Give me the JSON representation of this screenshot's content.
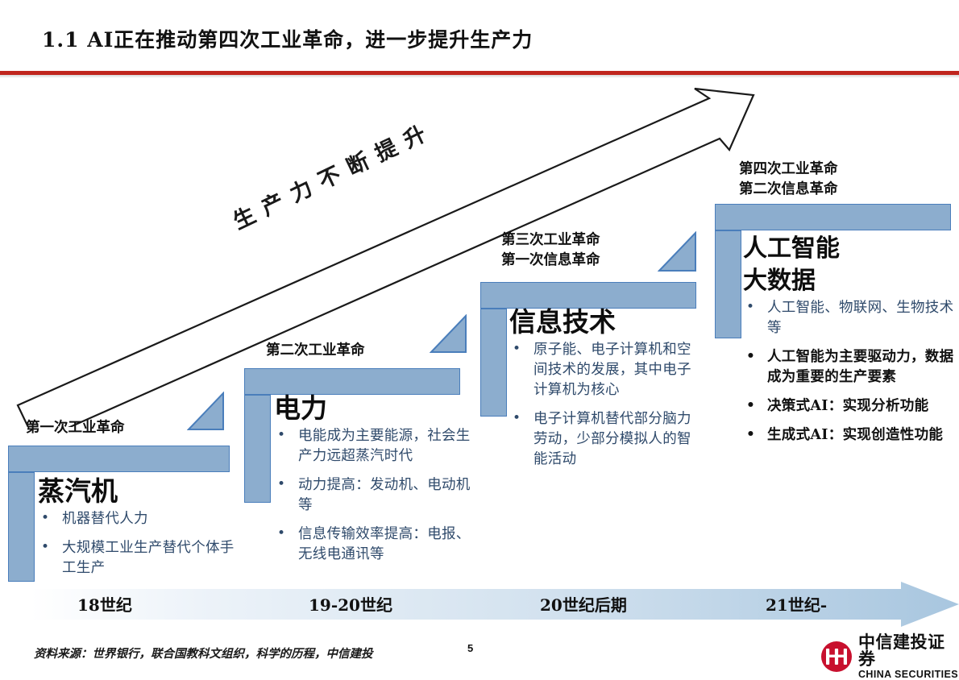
{
  "header": {
    "title": "1.1 AI正在推动第四次工业革命，进一步提升生产力",
    "rule_color": "#C0261E"
  },
  "diagram": {
    "axis_arrow_label": "生产力不断提升",
    "step_fill": "#8CADCE",
    "step_stroke": "#4A7EBB",
    "steps": [
      {
        "head": "第一次工业革命",
        "head_lines": [
          "第一次工业革命"
        ],
        "title": "蒸汽机",
        "subtitle": "",
        "bullets": [
          {
            "text": "机器替代人力",
            "emphasis": false
          },
          {
            "text": "大规模工业生产替代个体手工生产",
            "emphasis": false
          }
        ]
      },
      {
        "head": "第二次工业革命",
        "head_lines": [
          "第二次工业革命"
        ],
        "title": "电力",
        "subtitle": "",
        "bullets": [
          {
            "text": "电能成为主要能源，社会生产力远超蒸汽时代",
            "emphasis": false
          },
          {
            "text": "动力提高：发动机、电动机等",
            "emphasis": false
          },
          {
            "text": "信息传输效率提高：电报、无线电通讯等",
            "emphasis": false
          }
        ]
      },
      {
        "head": "第三次工业革命 第一次信息革命",
        "head_lines": [
          "第三次工业革命",
          "第一次信息革命"
        ],
        "title": "信息技术",
        "subtitle": "",
        "bullets": [
          {
            "text": "原子能、电子计算机和空间技术的发展，其中电子计算机为核心",
            "emphasis": false
          },
          {
            "text": "电子计算机替代部分脑力劳动，少部分模拟人的智能活动",
            "emphasis": false
          }
        ]
      },
      {
        "head": "第四次工业革命 第二次信息革命",
        "head_lines": [
          "第四次工业革命",
          "第二次信息革命"
        ],
        "title": "人工智能",
        "subtitle": "大数据",
        "bullets": [
          {
            "text": "人工智能、物联网、生物技术等",
            "emphasis": false
          },
          {
            "text": "人工智能为主要驱动力，数据成为重要的生产要素",
            "emphasis": true
          },
          {
            "text": "决策式AI：实现分析功能",
            "emphasis": true
          },
          {
            "text": "生成式AI：实现创造性功能",
            "emphasis": true
          }
        ]
      }
    ]
  },
  "timeline": {
    "labels": [
      "18世纪",
      "19-20世纪",
      "20世纪后期",
      "21世纪-"
    ],
    "fill_start": "#FFFFFF",
    "fill_end": "#A8C6DF"
  },
  "footer": {
    "source": "资料来源：世界银行，联合国教科文组织，科学的历程，中信建投",
    "page_number": "5",
    "logo_cn": "中信建投证券",
    "logo_en": "CHINA SECURITIES",
    "logo_color": "#C8102E"
  }
}
